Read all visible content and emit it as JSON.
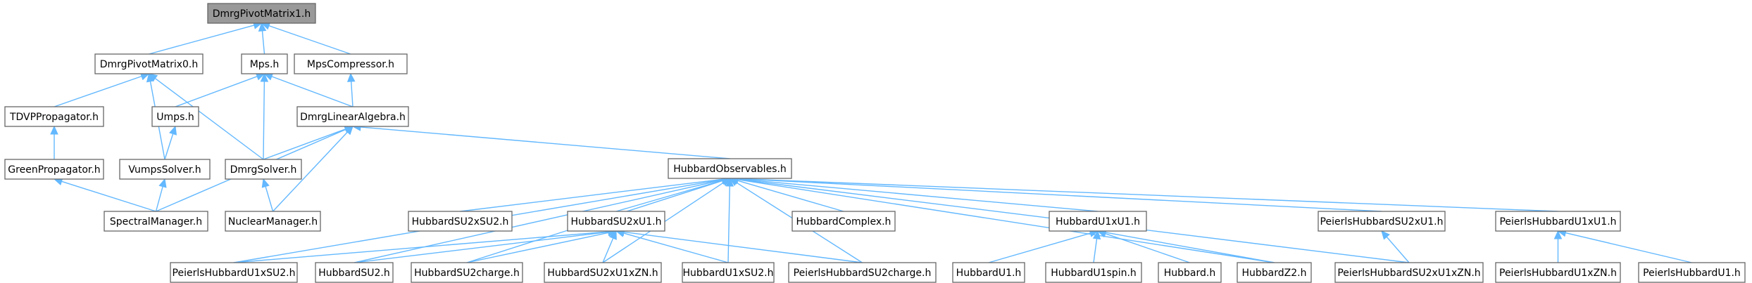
{
  "colors": {
    "edge": "#63b8ff",
    "node_border": "#666666",
    "root_fill": "#999999",
    "node_fill": "#ffffff"
  },
  "nodes": [
    {
      "id": "root",
      "label": "DmrgPivotMatrix1.h",
      "root": true
    },
    {
      "id": "dpm0",
      "label": "DmrgPivotMatrix0.h"
    },
    {
      "id": "mps",
      "label": "Mps.h"
    },
    {
      "id": "mpscomp",
      "label": "MpsCompressor.h"
    },
    {
      "id": "tdvp",
      "label": "TDVPPropagator.h"
    },
    {
      "id": "umps",
      "label": "Umps.h"
    },
    {
      "id": "dla",
      "label": "DmrgLinearAlgebra.h"
    },
    {
      "id": "green",
      "label": "GreenPropagator.h"
    },
    {
      "id": "vumps",
      "label": "VumpsSolver.h"
    },
    {
      "id": "dmrgsolver",
      "label": "DmrgSolver.h"
    },
    {
      "id": "hobs",
      "label": "HubbardObservables.h"
    },
    {
      "id": "spectral",
      "label": "SpectralManager.h"
    },
    {
      "id": "nuclear",
      "label": "NuclearManager.h"
    },
    {
      "id": "hsu2xsu2",
      "label": "HubbardSU2xSU2.h"
    },
    {
      "id": "hsu2xu1",
      "label": "HubbardSU2xU1.h"
    },
    {
      "id": "hcomplex",
      "label": "HubbardComplex.h"
    },
    {
      "id": "hu1xu1",
      "label": "HubbardU1xU1.h"
    },
    {
      "id": "phsu2xu1",
      "label": "PeierlsHubbardSU2xU1.h"
    },
    {
      "id": "phu1xu1",
      "label": "PeierlsHubbardU1xU1.h"
    },
    {
      "id": "phu1xsu2",
      "label": "PeierlsHubbardU1xSU2.h"
    },
    {
      "id": "hsu2",
      "label": "HubbardSU2.h"
    },
    {
      "id": "hsu2charge",
      "label": "HubbardSU2charge.h"
    },
    {
      "id": "hsu2xu1zn",
      "label": "HubbardSU2xU1xZN.h"
    },
    {
      "id": "hu1xsu2",
      "label": "HubbardU1xSU2.h"
    },
    {
      "id": "phsu2charge",
      "label": "PeierlsHubbardSU2charge.h"
    },
    {
      "id": "hu1",
      "label": "HubbardU1.h"
    },
    {
      "id": "hu1spin",
      "label": "HubbardU1spin.h"
    },
    {
      "id": "hubbard",
      "label": "Hubbard.h"
    },
    {
      "id": "hz2",
      "label": "HubbardZ2.h"
    },
    {
      "id": "phsu2xu1zn",
      "label": "PeierlsHubbardSU2xU1xZN.h"
    },
    {
      "id": "phu1xzn",
      "label": "PeierlsHubbardU1xZN.h"
    },
    {
      "id": "phu1",
      "label": "PeierlsHubbardU1.h"
    }
  ],
  "edges": [
    [
      "dpm0",
      "root"
    ],
    [
      "mps",
      "root"
    ],
    [
      "mpscomp",
      "root"
    ],
    [
      "tdvp",
      "dpm0"
    ],
    [
      "vumps",
      "dpm0"
    ],
    [
      "dmrgsolver",
      "dpm0"
    ],
    [
      "umps",
      "mps"
    ],
    [
      "dmrgsolver",
      "mps"
    ],
    [
      "dla",
      "mps"
    ],
    [
      "dla",
      "mpscomp"
    ],
    [
      "green",
      "tdvp"
    ],
    [
      "vumps",
      "umps"
    ],
    [
      "dmrgsolver",
      "dla"
    ],
    [
      "spectral",
      "dla"
    ],
    [
      "nuclear",
      "dla"
    ],
    [
      "hobs",
      "dla"
    ],
    [
      "spectral",
      "green"
    ],
    [
      "spectral",
      "vumps"
    ],
    [
      "nuclear",
      "dmrgsolver"
    ],
    [
      "hsu2xsu2",
      "hobs"
    ],
    [
      "hsu2xu1",
      "hobs"
    ],
    [
      "hcomplex",
      "hobs"
    ],
    [
      "hu1xu1",
      "hobs"
    ],
    [
      "phsu2xu1",
      "hobs"
    ],
    [
      "phu1xu1",
      "hobs"
    ],
    [
      "phu1xsu2",
      "hobs"
    ],
    [
      "hsu2",
      "hobs"
    ],
    [
      "hsu2charge",
      "hobs"
    ],
    [
      "hsu2xu1zn",
      "hobs"
    ],
    [
      "hu1xsu2",
      "hobs"
    ],
    [
      "phsu2charge",
      "hobs"
    ],
    [
      "hz2",
      "hobs"
    ],
    [
      "phsu2xu1zn",
      "hobs"
    ],
    [
      "phu1xsu2",
      "hsu2xu1"
    ],
    [
      "hsu2",
      "hsu2xu1"
    ],
    [
      "hsu2charge",
      "hsu2xu1"
    ],
    [
      "hsu2xu1zn",
      "hsu2xu1"
    ],
    [
      "hu1xsu2",
      "hsu2xu1"
    ],
    [
      "phsu2charge",
      "hsu2xu1"
    ],
    [
      "hu1",
      "hu1xu1"
    ],
    [
      "hu1spin",
      "hu1xu1"
    ],
    [
      "hubbard",
      "hu1xu1"
    ],
    [
      "hz2",
      "hu1xu1"
    ],
    [
      "phsu2xu1zn",
      "phsu2xu1"
    ],
    [
      "phu1xzn",
      "phu1xu1"
    ],
    [
      "phu1",
      "phu1xu1"
    ]
  ]
}
